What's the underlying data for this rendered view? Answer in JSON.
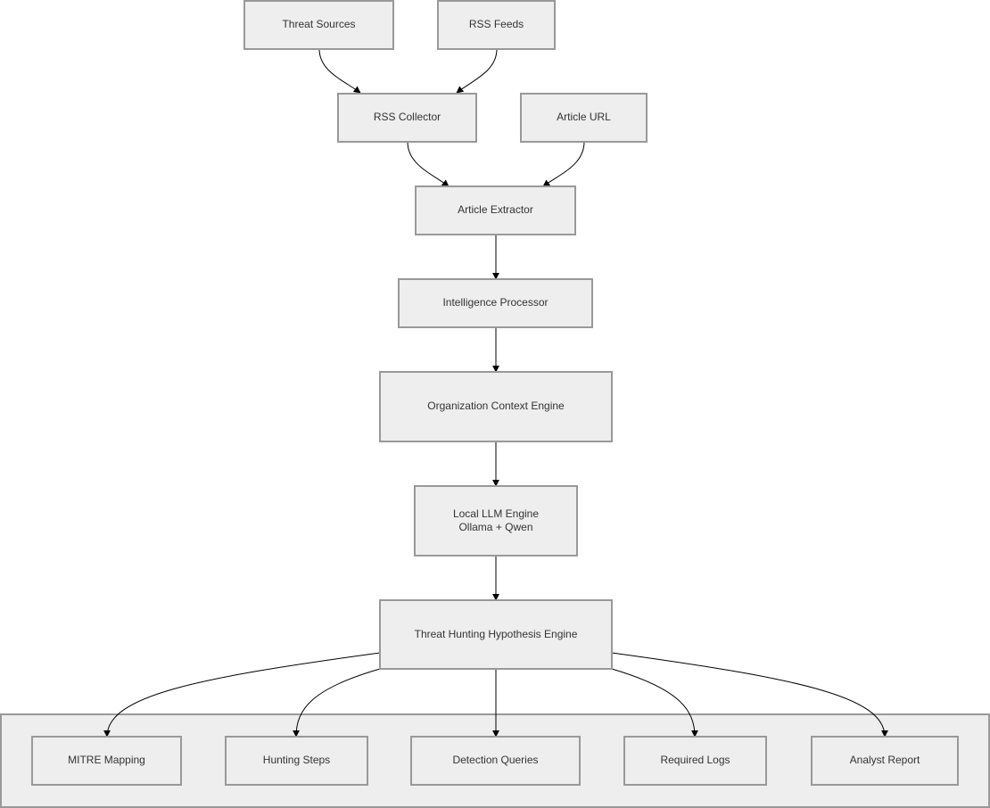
{
  "diagram": {
    "nodes": {
      "threat_sources": "Threat Sources",
      "rss_feeds": "RSS Feeds",
      "rss_collector": "RSS Collector",
      "article_url": "Article URL",
      "article_extractor": "Article Extractor",
      "intelligence_processor": "Intelligence Processor",
      "org_context_engine": "Organization Context Engine",
      "llm_engine": {
        "line1": "Local LLM Engine",
        "line2": "Ollama + Qwen"
      },
      "hypothesis_engine": "Threat Hunting Hypothesis Engine",
      "mitre_mapping": "MITRE Mapping",
      "hunting_steps": "Hunting Steps",
      "detection_queries": "Detection Queries",
      "required_logs": "Required Logs",
      "analyst_report": "Analyst Report"
    },
    "edges": [
      {
        "from": "threat_sources",
        "to": "rss_collector"
      },
      {
        "from": "rss_feeds",
        "to": "rss_collector"
      },
      {
        "from": "rss_collector",
        "to": "article_extractor"
      },
      {
        "from": "article_url",
        "to": "article_extractor"
      },
      {
        "from": "article_extractor",
        "to": "intelligence_processor"
      },
      {
        "from": "intelligence_processor",
        "to": "org_context_engine"
      },
      {
        "from": "org_context_engine",
        "to": "llm_engine"
      },
      {
        "from": "llm_engine",
        "to": "hypothesis_engine"
      },
      {
        "from": "hypothesis_engine",
        "to": "mitre_mapping"
      },
      {
        "from": "hypothesis_engine",
        "to": "hunting_steps"
      },
      {
        "from": "hypothesis_engine",
        "to": "detection_queries"
      },
      {
        "from": "hypothesis_engine",
        "to": "required_logs"
      },
      {
        "from": "hypothesis_engine",
        "to": "analyst_report"
      }
    ],
    "colors": {
      "node_fill": "#eeeeee",
      "node_stroke": "#999999",
      "text": "#333333",
      "edge": "#000000"
    }
  }
}
